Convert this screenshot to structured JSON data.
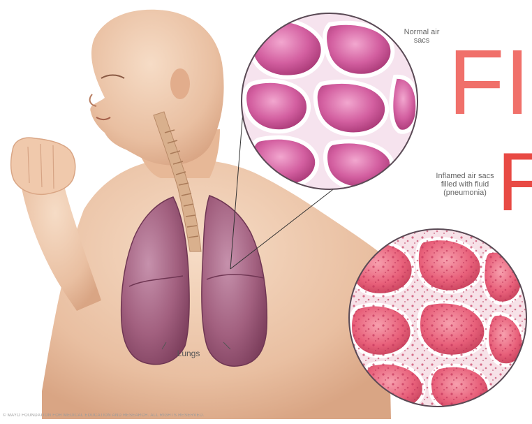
{
  "labels": {
    "normal_air_sacs": "Normal air sacs",
    "inflamed_air_sacs": "Inflamed air sacs filled with fluid (pneumonia)",
    "lungs": "Lungs"
  },
  "overlay": {
    "line1": "FI",
    "line2": "F",
    "color": "#f0706a"
  },
  "copyright": "© MAYO FOUNDATION FOR MEDICAL EDUCATION AND RESEARCH. ALL RIGHTS RESERVED.",
  "colors": {
    "skin": "#efc9ac",
    "lung": "#a2607f",
    "normal_sac": "#d35fa0",
    "inflamed_sac": "#e8607a"
  }
}
